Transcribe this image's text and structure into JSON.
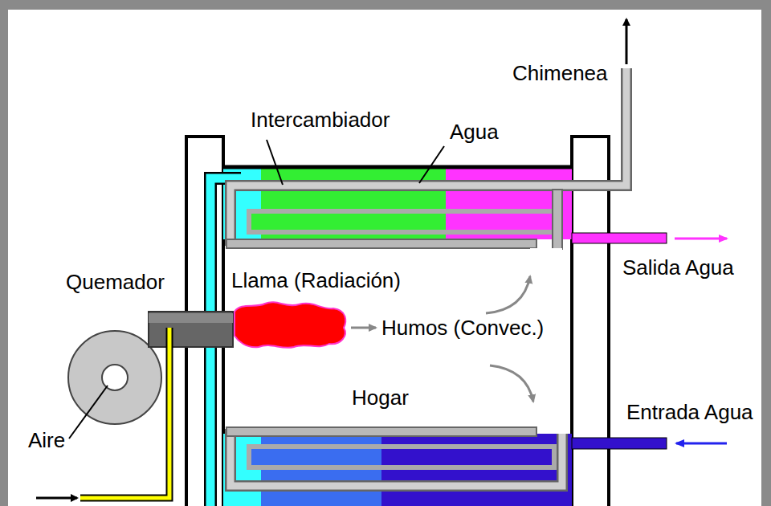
{
  "diagram": {
    "labels": [
      "Chimenea",
      "Intercambiador",
      "Agua",
      "Quemador",
      "Llama (Radiación)",
      "Salida Agua",
      "Humos (Convec.)",
      "Hogar",
      "Entrada Agua",
      "Aire"
    ]
  }
}
